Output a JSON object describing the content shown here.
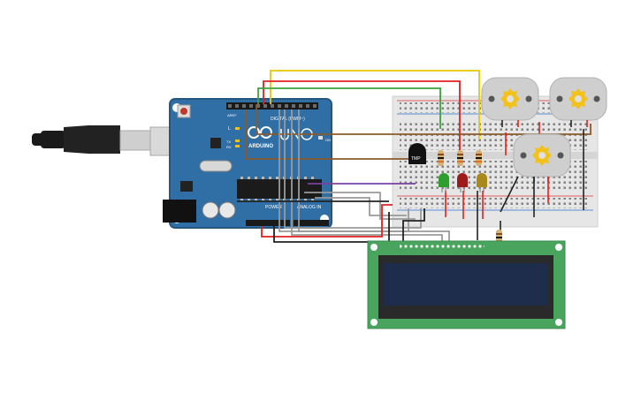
{
  "arduino": {
    "digital_label": "DIGITAL (PWM~)",
    "logo_text": "ARDUINO",
    "power_label": "POWER",
    "analog_label": "ANALOG IN",
    "on_label": "ON",
    "aref_label": "AREF",
    "l_label": "L",
    "tx_label": "TX",
    "rx_label": "RX"
  },
  "breadboard": {
    "sensor_label": "TMP"
  },
  "colors": {
    "arduino_board": "#2f6fa6",
    "breadboard": "#e6e6e6",
    "lcd_board": "#49a55e",
    "lcd_screen": "#1f2d4d",
    "wire_red": "#e02020",
    "wire_yellow": "#e6c800",
    "wire_green": "#3aa53a",
    "wire_brown": "#8a5a2b",
    "wire_purple": "#7b3fa0",
    "wire_gray": "#9a9a9a",
    "wire_black": "#222222"
  }
}
